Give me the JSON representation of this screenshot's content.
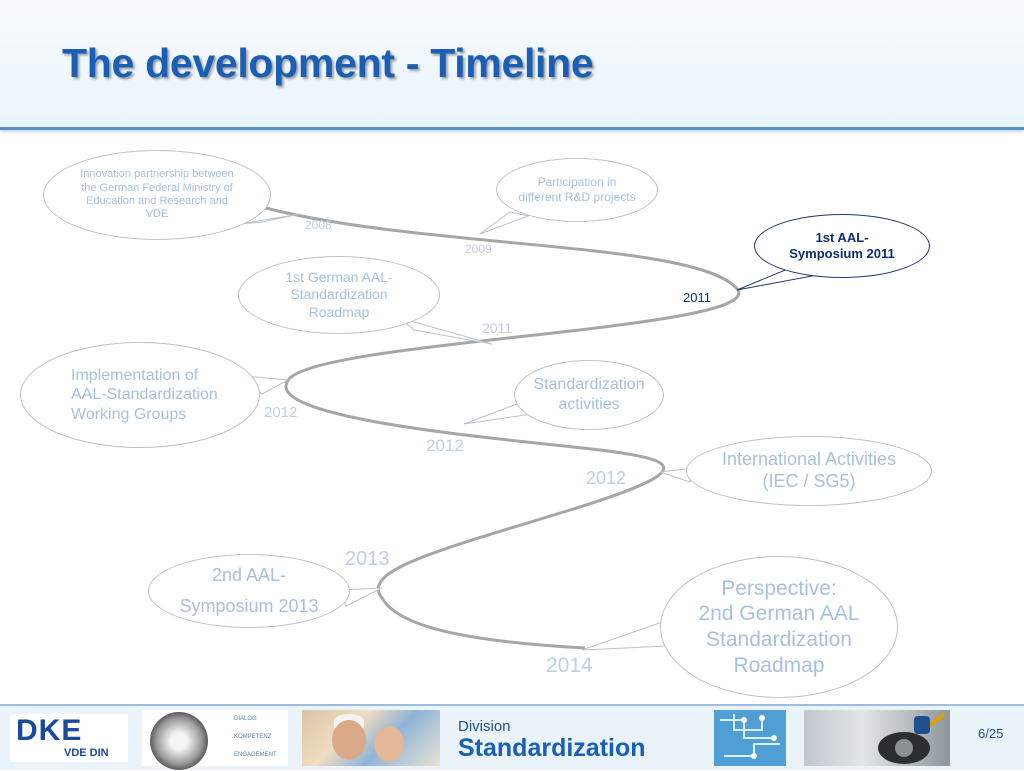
{
  "title": "The development - Timeline",
  "bubbles": [
    {
      "id": "innovation",
      "text": "Innovation partnership between\nthe German Federal Ministry of\nEducation and Research and\nVDE"
    },
    {
      "id": "participation",
      "text": "Participation in\ndifferent R&D projects"
    },
    {
      "id": "symposium2011",
      "text": "1st AAL-\nSymposium 2011"
    },
    {
      "id": "roadmap1",
      "text": "1st German AAL-\nStandardization\nRoadmap"
    },
    {
      "id": "implementation",
      "text": "Implementation of\nAAL-Standardization\nWorking Groups"
    },
    {
      "id": "standardization",
      "text": "Standardization\nactivities"
    },
    {
      "id": "international",
      "text": "International Activities\n(IEC / SG5)"
    },
    {
      "id": "symposium2013",
      "text": "2nd AAL-\nSymposium 2013"
    },
    {
      "id": "perspective",
      "text": "Perspective:\n2nd German AAL\nStandardization\nRoadmap"
    }
  ],
  "years": [
    {
      "id": "y2008",
      "label": "2008"
    },
    {
      "id": "y2009",
      "label": "2009"
    },
    {
      "id": "y2011a",
      "label": "2011"
    },
    {
      "id": "y2011b",
      "label": "2011"
    },
    {
      "id": "y2012a",
      "label": "2012"
    },
    {
      "id": "y2012b",
      "label": "2012"
    },
    {
      "id": "y2012c",
      "label": "2012"
    },
    {
      "id": "y2013",
      "label": "2013"
    },
    {
      "id": "y2014",
      "label": "2014"
    }
  ],
  "colors": {
    "title": "#1a5fb4",
    "timeline": "#a6a6a6",
    "faded_text": "#a7c1dd",
    "active_text": "#0a2f70",
    "active_border": "#1f3a6e"
  },
  "footer": {
    "logo": "DKE",
    "logo_sub": "VDE DIN",
    "words": [
      "DIALOG",
      "KOMPETENZ",
      "ENGAGEMENT"
    ],
    "division": "Division",
    "standardization": "Standardization",
    "page": "6/25"
  }
}
